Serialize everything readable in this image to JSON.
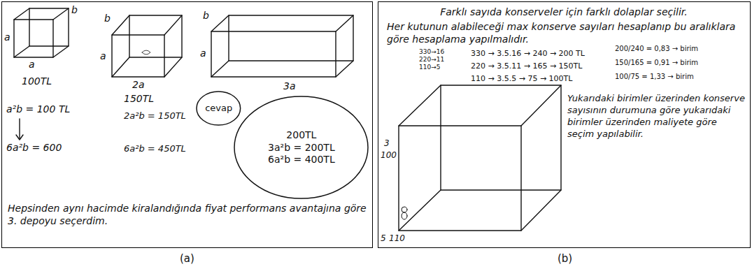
{
  "diagram": {
    "nodes": [
      {
        "text": [
          "Hepsinden aynı hacimde kiralandığında fiyat performans avantajına göre 3. depoyu seçerdim."
        ]
      },
      {
        "text": [
          "200TL",
          "3a²b = 200TL",
          "6a²b = 400TL"
        ],
        "in": 0
      },
      {
        "text": [
          "cevap"
        ],
        "in": 0
      },
      {
        "text": [
          "Farklı sayıda konserveler için farklı dolaplar seçilir.",
          "Her kutunun alabileceği max konserve sayıları hesaplanıp bu aralıklara göre hesaplama yapılmalıdır.",
          "Yukarıdaki birimler üzerinden konserve sayısının durumuna göre yukarıdaki birimler üzerinden maliyete göre seçim yapılabilir."
        ]
      }
    ],
    "labels": [
      "a",
      "b",
      "a",
      "100TL",
      "a²b = 100 TL",
      "6a²b = 600",
      "b",
      "a",
      "2a",
      "150TL",
      "2a²b = 150TL",
      "6a²b = 450TL",
      "b",
      "a",
      "3a",
      "330→16",
      "220→11",
      "110→5",
      "330 → 3.5.16 → 240 → 200 TL",
      "220 → 3.5.11 → 165 → 150TL",
      "110 → 3.5.5 → 75 → 100TL",
      "200/240 = 0,83 → birim",
      "150/165 = 0,91 → birim",
      "100/75 = 1,33 → birim",
      "3",
      "100",
      "5",
      "110",
      "(a)",
      "(b)"
    ]
  }
}
